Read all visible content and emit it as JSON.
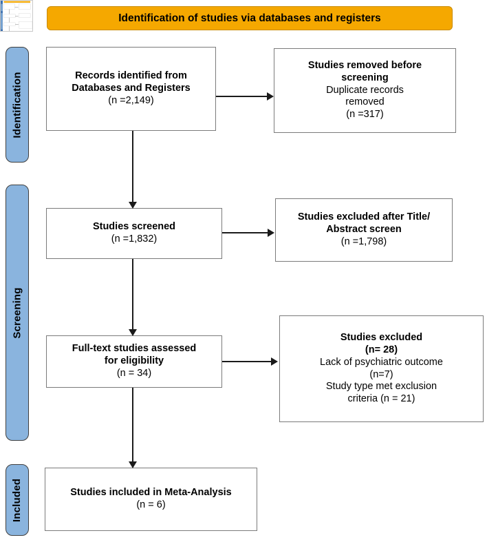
{
  "header": {
    "banner_label": "Identification of studies via databases and registers",
    "banner_color": "#F5A800"
  },
  "phases": {
    "bar_color": "#8AB4DE",
    "items": [
      {
        "id": "identification",
        "label": "Identification"
      },
      {
        "id": "screening",
        "label": "Screening"
      },
      {
        "id": "included",
        "label": "Included"
      }
    ]
  },
  "boxes": {
    "records_identified": {
      "line1": "Records identified from",
      "line2": "Databases and Registers",
      "count": "(n =2,149)"
    },
    "studies_removed": {
      "line1": "Studies removed before",
      "line2": "screening",
      "line3": "Duplicate records",
      "line4": "removed",
      "count": "(n =317)"
    },
    "studies_screened": {
      "line1": "Studies screened",
      "count": "(n =1,832)"
    },
    "excluded_title_abstract": {
      "line1": "Studies excluded after Title/",
      "line2": "Abstract screen",
      "count": "(n =1,798)"
    },
    "fulltext_assessed": {
      "line1": "Full-text studies assessed",
      "line2": "for eligibility",
      "count": "(n = 34)"
    },
    "studies_excluded": {
      "line1": "Studies excluded",
      "count": "(n= 28)",
      "reason1": "Lack of psychiatric outcome",
      "reason1_count": "(n=7)",
      "reason2": "Study type met exclusion",
      "reason2_count": "criteria (n = 21)"
    },
    "included_meta": {
      "line1": "Studies included in Meta-Analysis",
      "count": "(n = 6)"
    }
  },
  "chart_data": {
    "type": "diagram",
    "title": "PRISMA flow diagram",
    "nodes": [
      {
        "id": "records_identified",
        "phase": "Identification",
        "label": "Records identified from Databases and Registers",
        "n": 2149
      },
      {
        "id": "studies_removed",
        "phase": "Identification",
        "label": "Studies removed before screening — Duplicate records removed",
        "n": 317
      },
      {
        "id": "studies_screened",
        "phase": "Screening",
        "label": "Studies screened",
        "n": 1832
      },
      {
        "id": "excluded_title_abstract",
        "phase": "Screening",
        "label": "Studies excluded after Title/Abstract screen",
        "n": 1798
      },
      {
        "id": "fulltext_assessed",
        "phase": "Screening",
        "label": "Full-text studies assessed for eligibility",
        "n": 34
      },
      {
        "id": "studies_excluded",
        "phase": "Screening",
        "label": "Studies excluded",
        "n": 28,
        "reasons": [
          {
            "label": "Lack of psychiatric outcome",
            "n": 7
          },
          {
            "label": "Study type met exclusion criteria",
            "n": 21
          }
        ]
      },
      {
        "id": "included_meta",
        "phase": "Included",
        "label": "Studies included in Meta-Analysis",
        "n": 6
      }
    ],
    "edges": [
      {
        "from": "records_identified",
        "to": "studies_removed",
        "direction": "right"
      },
      {
        "from": "records_identified",
        "to": "studies_screened",
        "direction": "down"
      },
      {
        "from": "studies_screened",
        "to": "excluded_title_abstract",
        "direction": "right"
      },
      {
        "from": "studies_screened",
        "to": "fulltext_assessed",
        "direction": "down"
      },
      {
        "from": "fulltext_assessed",
        "to": "studies_excluded",
        "direction": "right"
      },
      {
        "from": "fulltext_assessed",
        "to": "included_meta",
        "direction": "down"
      }
    ]
  }
}
